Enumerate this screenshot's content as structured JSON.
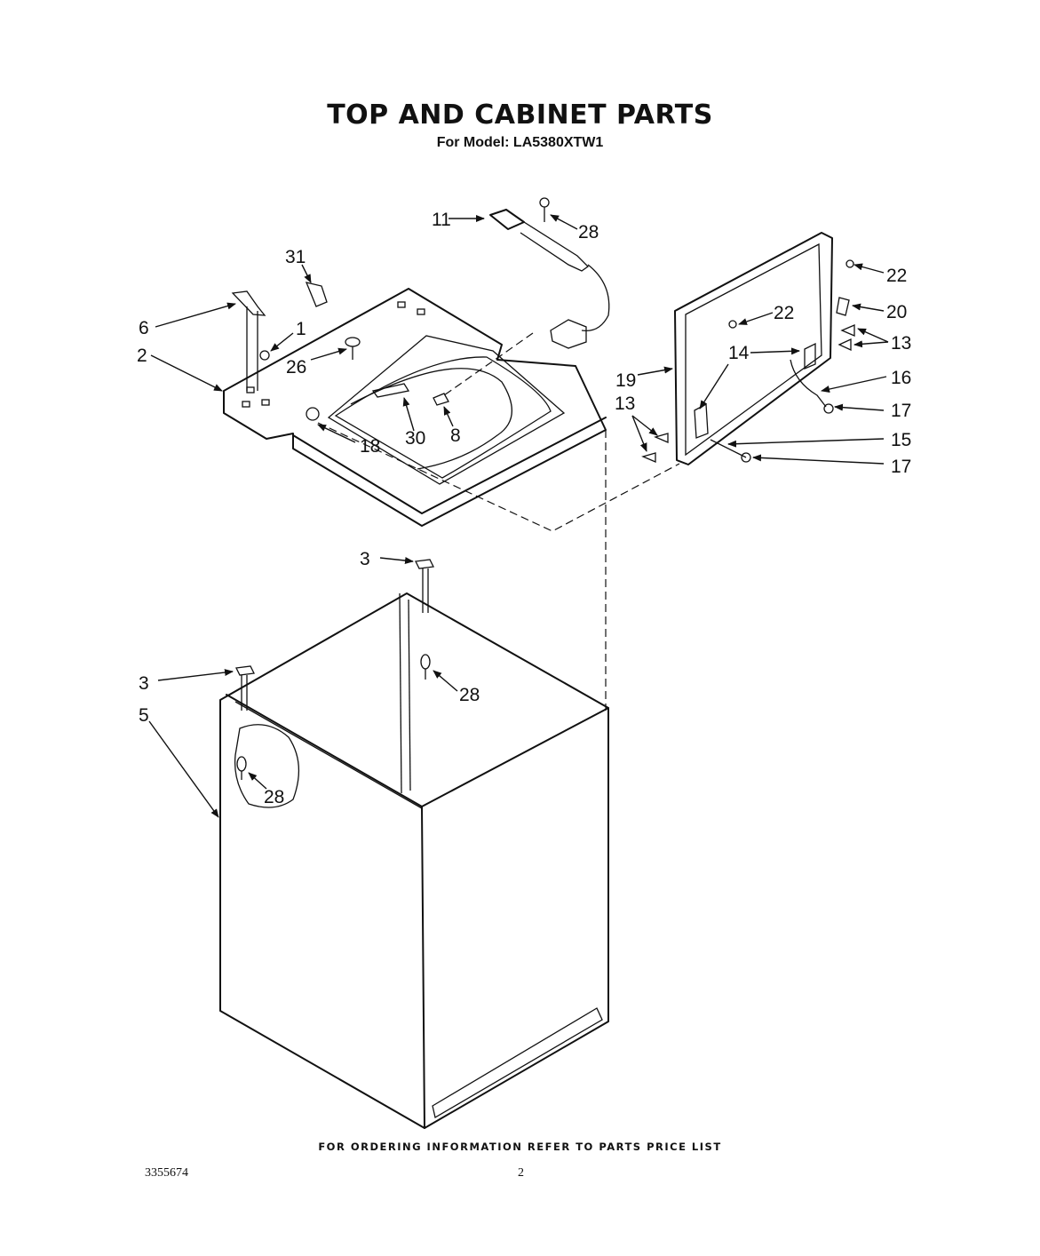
{
  "header": {
    "title": "TOP AND CABINET PARTS",
    "subtitle": "For Model: LA5380XTW1"
  },
  "callouts": {
    "c11": "11",
    "c28a": "28",
    "c31": "31",
    "c6": "6",
    "c1": "1",
    "c2": "2",
    "c26": "26",
    "c18": "18",
    "c30": "30",
    "c8": "8",
    "c22a": "22",
    "c22b": "22",
    "c20": "20",
    "c13a": "13",
    "c14": "14",
    "c19": "19",
    "c16": "16",
    "c13b": "13",
    "c17a": "17",
    "c15": "15",
    "c17b": "17",
    "c3a": "3",
    "c28b": "28",
    "c3b": "3",
    "c5": "5",
    "c28c": "28"
  },
  "footer": {
    "note": "FOR ORDERING INFORMATION REFER TO PARTS PRICE LIST",
    "document_number": "3355674",
    "page_number": "2"
  }
}
